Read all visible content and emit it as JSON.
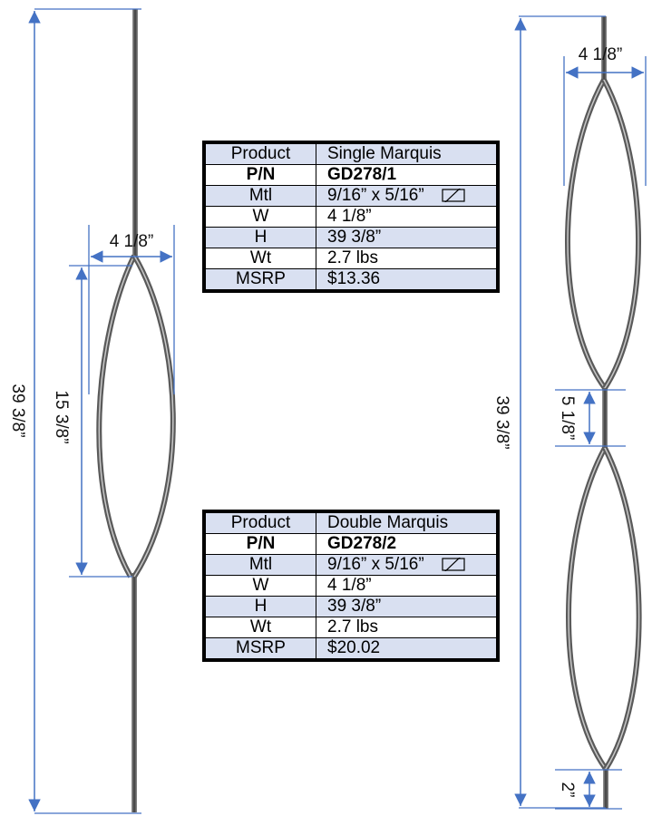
{
  "colors": {
    "dimension_line": "#4472c4",
    "metal": "#7a7a7a",
    "table_shade": "#d9e0f1"
  },
  "left_drawing": {
    "overall_height": "39 3/8”",
    "basket_height": "15 3/8”",
    "basket_width": "4 1/8”"
  },
  "right_drawing": {
    "overall_height": "39 3/8”",
    "top_width": "4 1/8”",
    "middle_gap": "5 1/8”",
    "bottom_end": "2”"
  },
  "table_single": {
    "rows": [
      {
        "label": "Product",
        "value": "Single Marquis"
      },
      {
        "label": "P/N",
        "value": "GD278/1"
      },
      {
        "label": "Mtl",
        "value": "9/16” x 5/16”",
        "icon": "rectangular-section-icon"
      },
      {
        "label": "W",
        "value": "4 1/8”"
      },
      {
        "label": "H",
        "value": "39 3/8”"
      },
      {
        "label": "Wt",
        "value": "2.7 lbs"
      },
      {
        "label": "MSRP",
        "value": "$13.36"
      }
    ]
  },
  "table_double": {
    "rows": [
      {
        "label": "Product",
        "value": "Double Marquis"
      },
      {
        "label": "P/N",
        "value": "GD278/2"
      },
      {
        "label": "Mtl",
        "value": "9/16” x 5/16”",
        "icon": "rectangular-section-icon"
      },
      {
        "label": "W",
        "value": "4 1/8”"
      },
      {
        "label": "H",
        "value": "39 3/8”"
      },
      {
        "label": "Wt",
        "value": "2.7 lbs"
      },
      {
        "label": "MSRP",
        "value": "$20.02"
      }
    ]
  }
}
